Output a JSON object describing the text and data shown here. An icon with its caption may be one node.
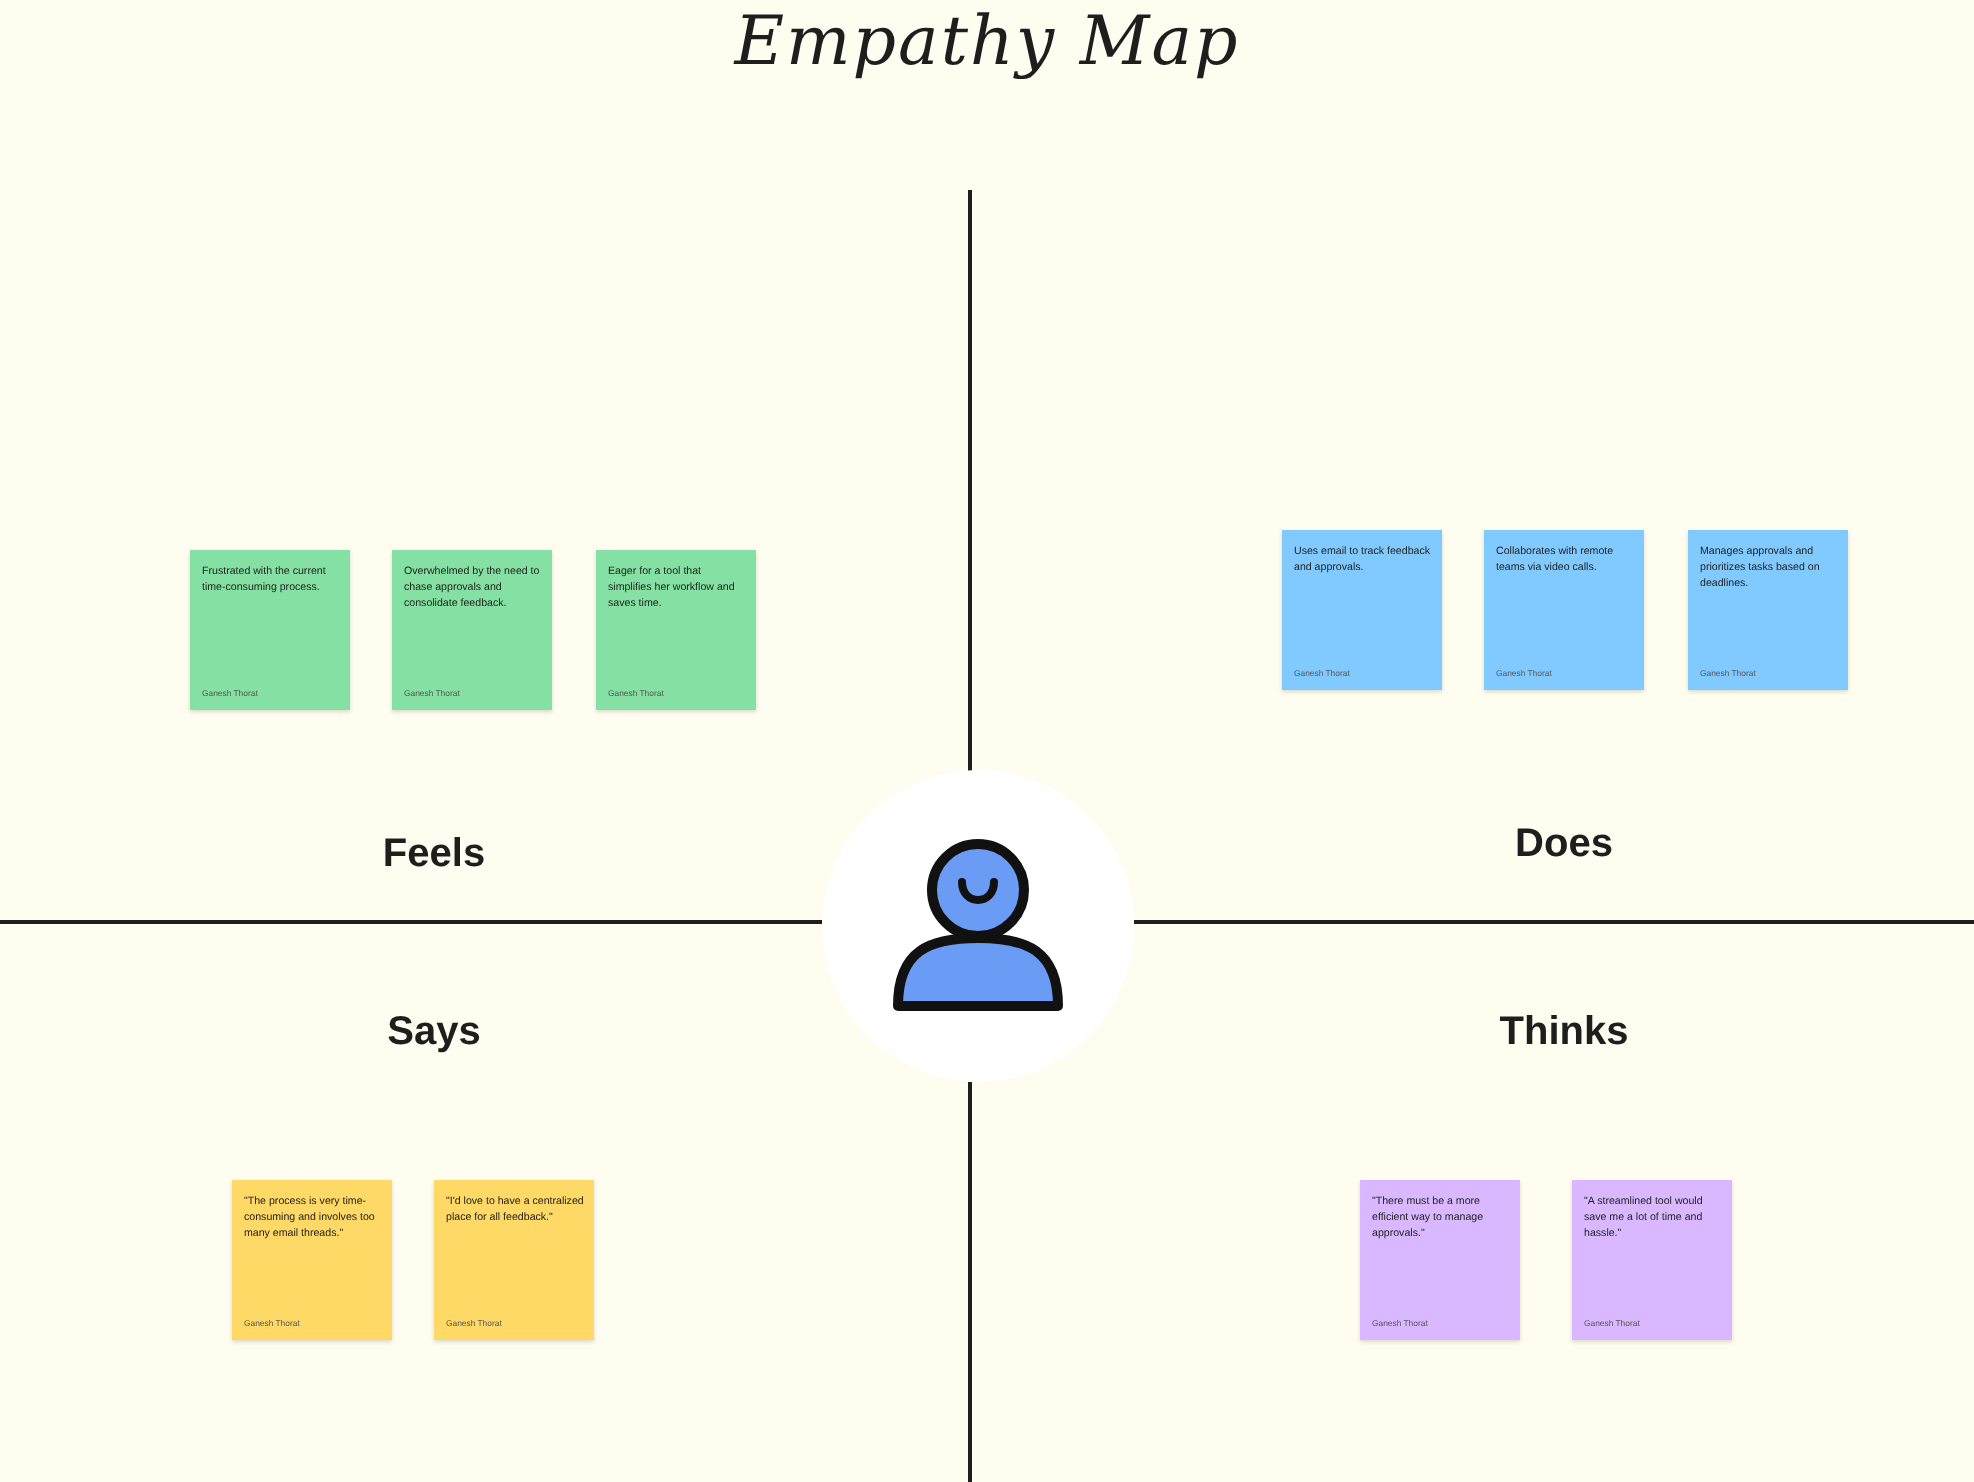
{
  "diagram": {
    "title": "Empathy Map",
    "nodes": [
      {
        "text": [
          "Frustrated with the current time-consuming process.",
          "Ganesh Thorat"
        ]
      },
      {
        "text": [
          "Overwhelmed by the need to chase approvals and consolidate feedback.",
          "Ganesh Thorat"
        ]
      },
      {
        "text": [
          "Eager for a tool that simplifies her workflow and saves time.",
          "Ganesh Thorat"
        ]
      },
      {
        "text": [
          "Uses email to track feedback and approvals.",
          "Ganesh Thorat"
        ]
      },
      {
        "text": [
          "Collaborates with remote teams via video calls.",
          "Ganesh Thorat"
        ]
      },
      {
        "text": [
          "Manages approvals and prioritizes tasks based on deadlines.",
          "Ganesh Thorat"
        ]
      },
      {
        "text": [
          "\"The process is very time-consuming and involves too many email threads.\"",
          "Ganesh Thorat"
        ]
      },
      {
        "text": [
          "\"I'd love to have a centralized place for all feedback.\"",
          "Ganesh Thorat"
        ]
      },
      {
        "text": [
          "\"There must be a more efficient way to manage approvals.\"",
          "Ganesh Thorat"
        ]
      },
      {
        "text": [
          "\"A streamlined tool would save me a lot of time and hassle.\"",
          "Ganesh Thorat"
        ]
      }
    ],
    "labels": [
      "Feels",
      "Does",
      "Says",
      "Thinks"
    ]
  }
}
